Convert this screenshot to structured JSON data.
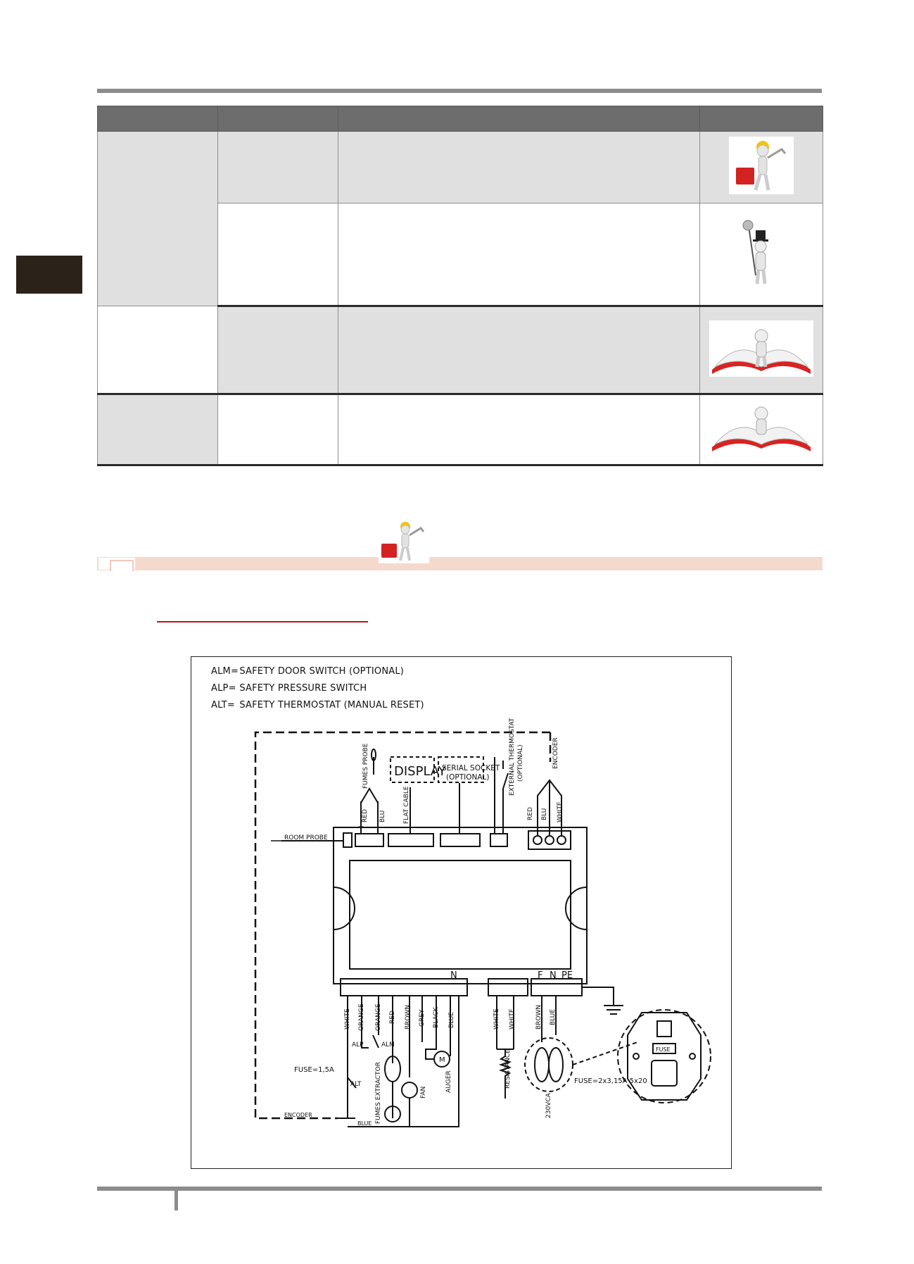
{
  "diagram": {
    "legend": [
      {
        "code": "ALM=",
        "text": "SAFETY DOOR SWITCH (OPTIONAL)"
      },
      {
        "code": "ALP=",
        "text": "SAFETY PRESSURE SWITCH"
      },
      {
        "code": "ALT=",
        "text": "SAFETY THERMOSTAT (MANUAL RESET)"
      }
    ],
    "labels": {
      "display": "DISPLAY",
      "serial_socket": "SERIAL SOCKET",
      "serial_optional": "(OPTIONAL)",
      "external_thermostat": "EXTERNAL THERMOSTAT",
      "external_optional": "(OPTIONAL)",
      "encoder_top": "ENCODER",
      "fumes_probe": "FUMES PROBE",
      "flat_cable": "FLAT CABLE",
      "room_probe": "ROOM PROBE",
      "red": "RED",
      "blu": "BLU",
      "white": "WHITE",
      "plus": "+",
      "minus": "–",
      "n_top": "N",
      "f": "F",
      "n": "N",
      "pe": "PE",
      "wire_white": "WHITE",
      "wire_orange1": "ORANGE",
      "wire_orange2": "ORANGE",
      "wire_red": "RED",
      "wire_brown": "BROWN",
      "wire_grey": "GREY",
      "wire_black": "BLACK",
      "wire_blue": "BLUE",
      "res_white1": "WHITE",
      "res_white2": "WHITE",
      "pw_brown": "BROWN",
      "pw_blue": "BLUE",
      "alp": "ALP",
      "alm": "ALM",
      "alt": "ALT",
      "fuse_small": "FUSE=1,5A",
      "fumes_extractor": "FUMES EXTRACTOR",
      "fan": "FAN",
      "auger": "AUGER",
      "resistance": "RESISTANCE",
      "voltage": "230VCA",
      "fuse_big": "FUSE=2x3,15A 5x20",
      "fuse_box": "FUSE",
      "encoder_bottom": "ENCODER",
      "blue_bottom": "BLUE",
      "motor_m": "M"
    }
  }
}
